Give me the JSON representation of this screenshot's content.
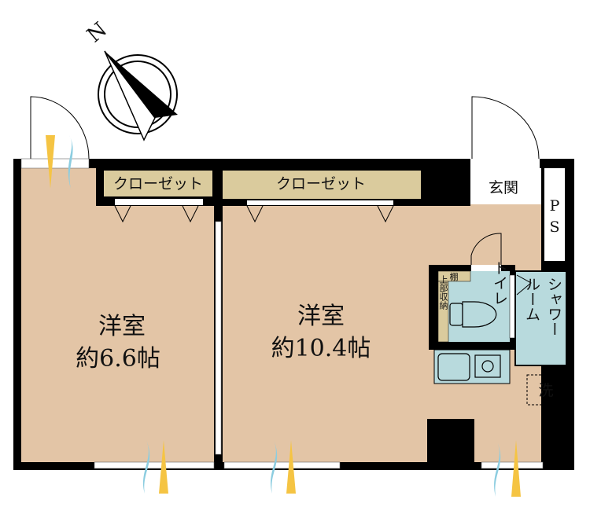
{
  "compass": {
    "north_label": "N"
  },
  "rooms": {
    "western_left": {
      "name": "洋室",
      "size": "約6.6帖"
    },
    "western_right": {
      "name": "洋室",
      "size": "約10.4帖"
    },
    "closet_left": "クローゼット",
    "closet_right": "クローゼット",
    "entrance": "玄関",
    "pipe_space": "PS",
    "toilet": "トイレ",
    "shelf": "棚",
    "upper_storage": "上部収納",
    "shower_room": "シャワールーム",
    "washer": "洗"
  },
  "colors": {
    "floor": "#e3c5a6",
    "closet": "#dacb9d",
    "wet_area": "#b8dadd",
    "wall": "#000000",
    "breeze_yellow": "#f5c443",
    "breeze_blue": "#8ccde0"
  }
}
